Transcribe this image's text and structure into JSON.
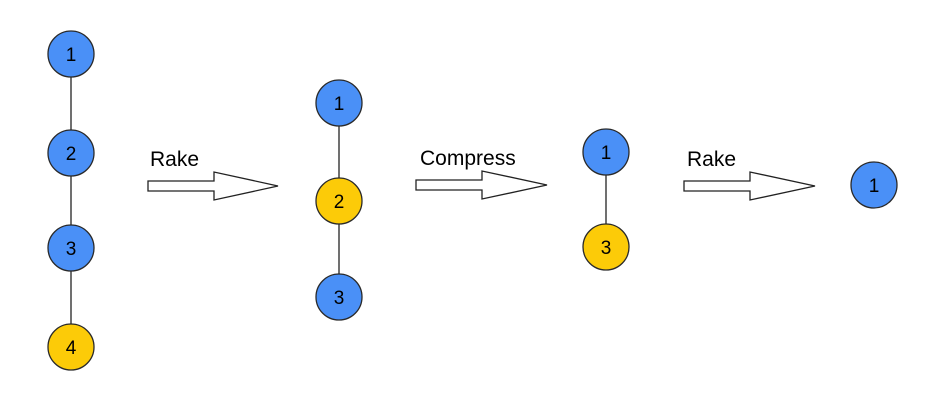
{
  "colors": {
    "node_blue": "#4a90f7",
    "node_yellow": "#fccb08",
    "outline": "#2a2a2a",
    "background": "#ffffff"
  },
  "trees": [
    {
      "nodes": [
        {
          "label": "1",
          "color": "node_blue"
        },
        {
          "label": "2",
          "color": "node_blue"
        },
        {
          "label": "3",
          "color": "node_blue"
        },
        {
          "label": "4",
          "color": "node_yellow"
        }
      ]
    },
    {
      "nodes": [
        {
          "label": "1",
          "color": "node_blue"
        },
        {
          "label": "2",
          "color": "node_yellow"
        },
        {
          "label": "3",
          "color": "node_blue"
        }
      ]
    },
    {
      "nodes": [
        {
          "label": "1",
          "color": "node_blue"
        },
        {
          "label": "3",
          "color": "node_yellow"
        }
      ]
    },
    {
      "nodes": [
        {
          "label": "1",
          "color": "node_blue"
        }
      ]
    }
  ],
  "operations": [
    {
      "label": "Rake"
    },
    {
      "label": "Compress"
    },
    {
      "label": "Rake"
    }
  ]
}
